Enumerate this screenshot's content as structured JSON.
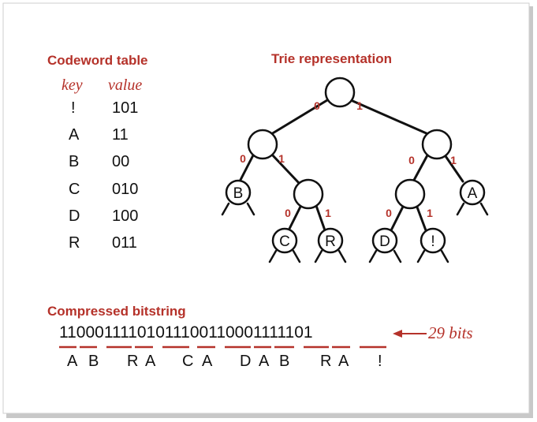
{
  "codeword_table": {
    "title": "Codeword table",
    "key_header": "key",
    "value_header": "value",
    "rows": [
      {
        "key": "!",
        "value": "101"
      },
      {
        "key": "A",
        "value": "11"
      },
      {
        "key": "B",
        "value": "00"
      },
      {
        "key": "C",
        "value": "010"
      },
      {
        "key": "D",
        "value": "100"
      },
      {
        "key": "R",
        "value": "011"
      }
    ]
  },
  "trie": {
    "title": "Trie representation",
    "leaves": [
      "B",
      "C",
      "R",
      "D",
      "!",
      "A"
    ],
    "edge_labels": [
      "0",
      "1",
      "0",
      "1",
      "0",
      "1",
      "0",
      "1",
      "0",
      "1"
    ]
  },
  "bitstring": {
    "title": "Compressed bitstring",
    "bits": "11000111101011100110001111101",
    "annotation": "29 bits",
    "decoded": [
      "A",
      "B",
      "R",
      "A",
      "C",
      "A",
      "D",
      "A",
      "B",
      "R",
      "A",
      "!"
    ]
  },
  "colors": {
    "accent": "#b5322a",
    "text": "#111111"
  }
}
